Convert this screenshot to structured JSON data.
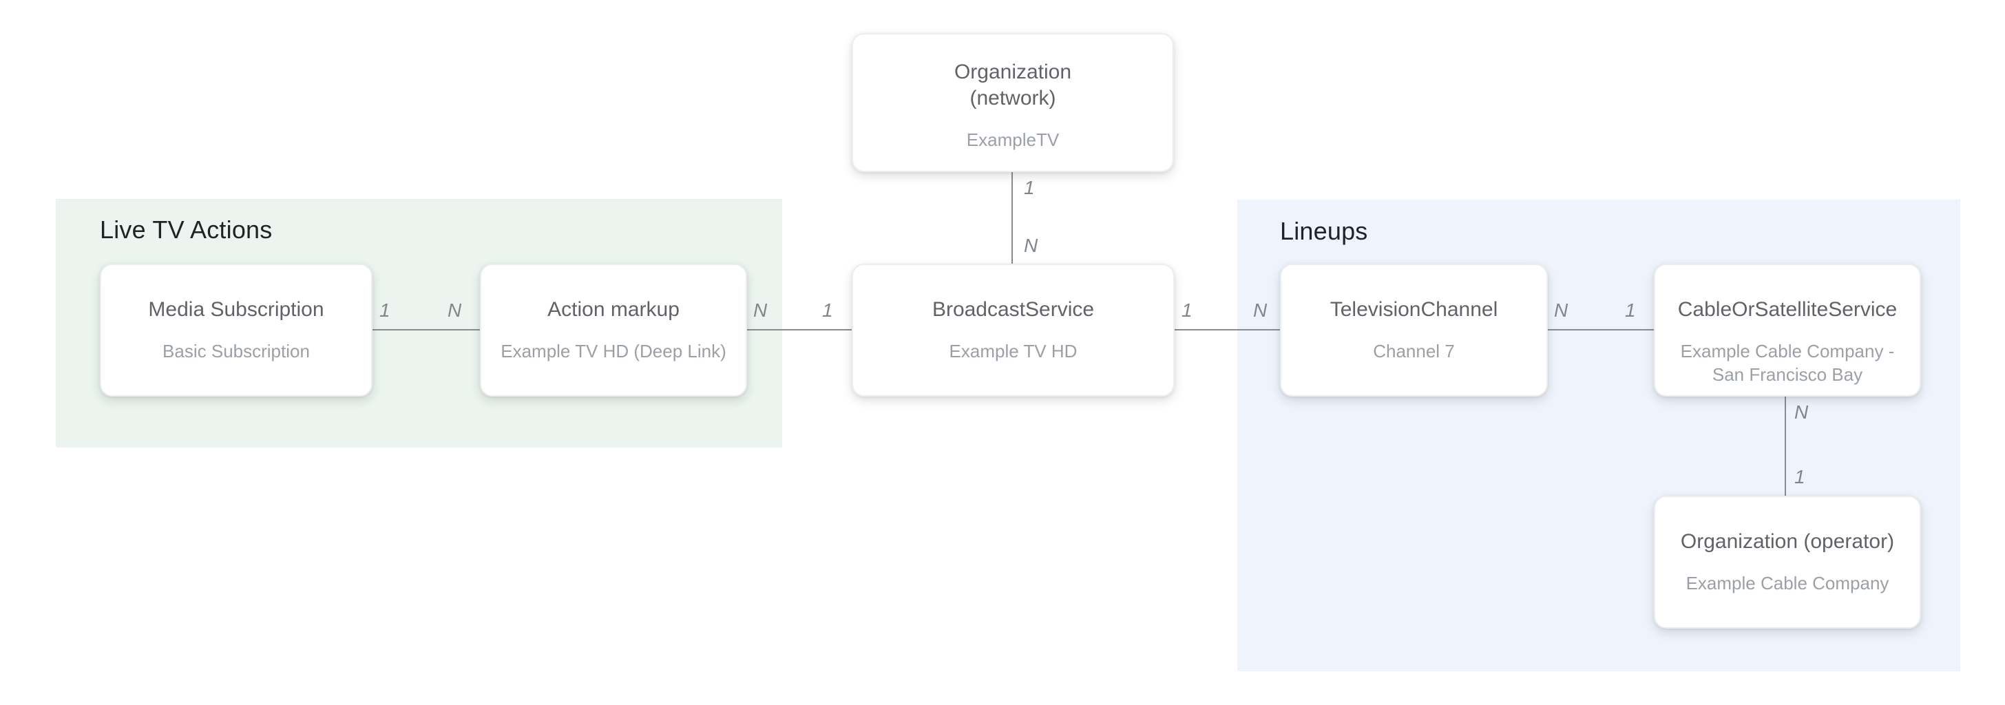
{
  "diagram": {
    "groups": {
      "live_tv_actions": {
        "label": "Live TV Actions",
        "bg": "#ebf4ee"
      },
      "lineups": {
        "label": "Lineups",
        "bg": "#eef3fc"
      }
    },
    "nodes": {
      "organization_network": {
        "title": "Organization\n(network)",
        "subtitle": "ExampleTV"
      },
      "media_subscription": {
        "title": "Media Subscription",
        "subtitle": "Basic Subscription"
      },
      "action_markup": {
        "title": "Action markup",
        "subtitle": "Example TV HD (Deep Link)"
      },
      "broadcast_service": {
        "title": "BroadcastService",
        "subtitle": "Example TV HD"
      },
      "television_channel": {
        "title": "TelevisionChannel",
        "subtitle": "Channel 7"
      },
      "cable_or_satellite_service": {
        "title": "CableOrSatelliteService",
        "subtitle": "Example Cable Company -\nSan Francisco Bay"
      },
      "organization_operator": {
        "title": "Organization (operator)",
        "subtitle": "Example Cable Company"
      }
    },
    "edges": {
      "network_to_broadcast": {
        "from_label": "1",
        "to_label": "N"
      },
      "media_to_action": {
        "from_label": "1",
        "to_label": "N"
      },
      "action_to_broadcast": {
        "from_label": "N",
        "to_label": "1"
      },
      "broadcast_to_channel": {
        "from_label": "1",
        "to_label": "N"
      },
      "channel_to_cable": {
        "from_label": "N",
        "to_label": "1"
      },
      "cable_to_operator": {
        "from_label": "N",
        "to_label": "1"
      }
    },
    "colors": {
      "node_title": "#5f6368",
      "node_subtitle": "#9aa0a6",
      "edge_line": "#888c90",
      "edge_label": "#80868b",
      "group_label": "#1f2327"
    }
  }
}
